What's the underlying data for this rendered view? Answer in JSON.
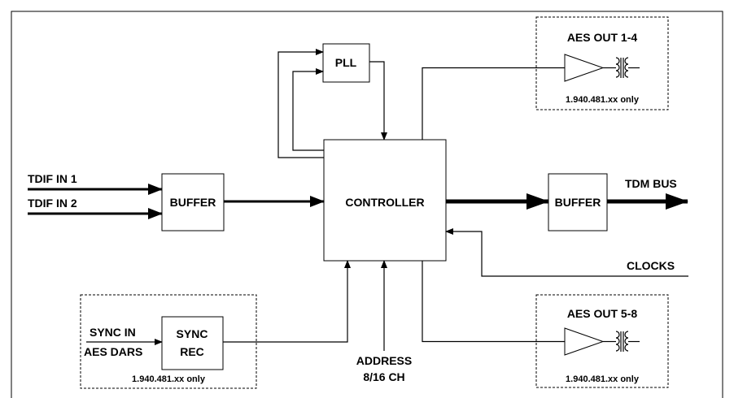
{
  "blocks": {
    "pll": "PLL",
    "controller": "CONTROLLER",
    "buffer_in": "BUFFER",
    "buffer_out": "BUFFER",
    "sync_rec_line1": "SYNC",
    "sync_rec_line2": "REC"
  },
  "inputs": {
    "tdif_in_1": "TDIF IN 1",
    "tdif_in_2": "TDIF IN 2",
    "sync_in": "SYNC IN",
    "aes_dars": "AES DARS",
    "address_line1": "ADDRESS",
    "address_line2": "8/16 CH"
  },
  "outputs": {
    "tdm_bus": "TDM BUS",
    "clocks": "CLOCKS",
    "aes_out_1_4": "AES OUT 1-4",
    "aes_out_5_8": "AES OUT 5-8"
  },
  "notes": {
    "aes_1_4_only": "1.940.481.xx only",
    "aes_5_8_only": "1.940.481.xx only",
    "sync_only": "1.940.481.xx only"
  }
}
